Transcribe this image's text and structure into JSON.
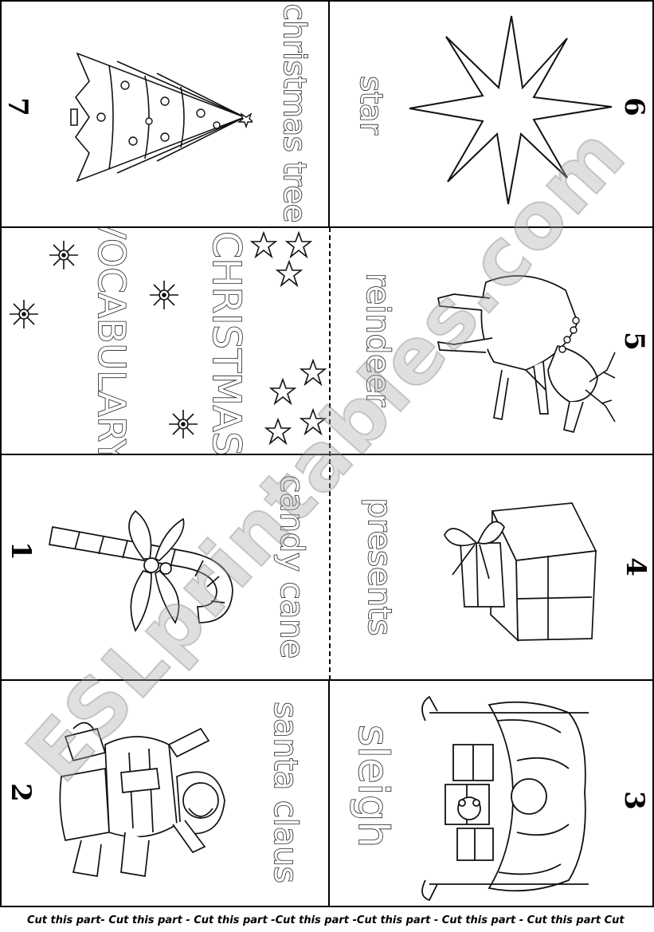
{
  "cards": {
    "christmas_tree": {
      "label": "christmas tree",
      "number": "7"
    },
    "star": {
      "label": "star",
      "number": "6"
    },
    "cover": {
      "title_line1": "CHRISTMAS",
      "title_line2": "VOCABULARY"
    },
    "reindeer": {
      "label": "reindeer",
      "number": "5"
    },
    "candy_cane": {
      "label": "candy cane",
      "number": "1"
    },
    "presents": {
      "label": "presents",
      "number": "4"
    },
    "santa_claus": {
      "label": "santa claus",
      "number": "2"
    },
    "sleigh": {
      "label": "sleigh",
      "number": "3"
    }
  },
  "watermark": "ESLprintables.com",
  "footer": {
    "text": "Cut this part-   Cut this part  - Cut this part   -Cut this part  -Cut this part  - Cut this part  - Cut this part Cut"
  },
  "icons": {
    "tree": "christmas-tree-icon",
    "star": "star-icon",
    "reindeer": "reindeer-icon",
    "candy": "candy-cane-icon",
    "gifts": "presents-icon",
    "santa": "santa-claus-icon",
    "sleigh": "sleigh-icon",
    "snowflake": "snowflake-icon",
    "small_star": "small-star-icon"
  }
}
